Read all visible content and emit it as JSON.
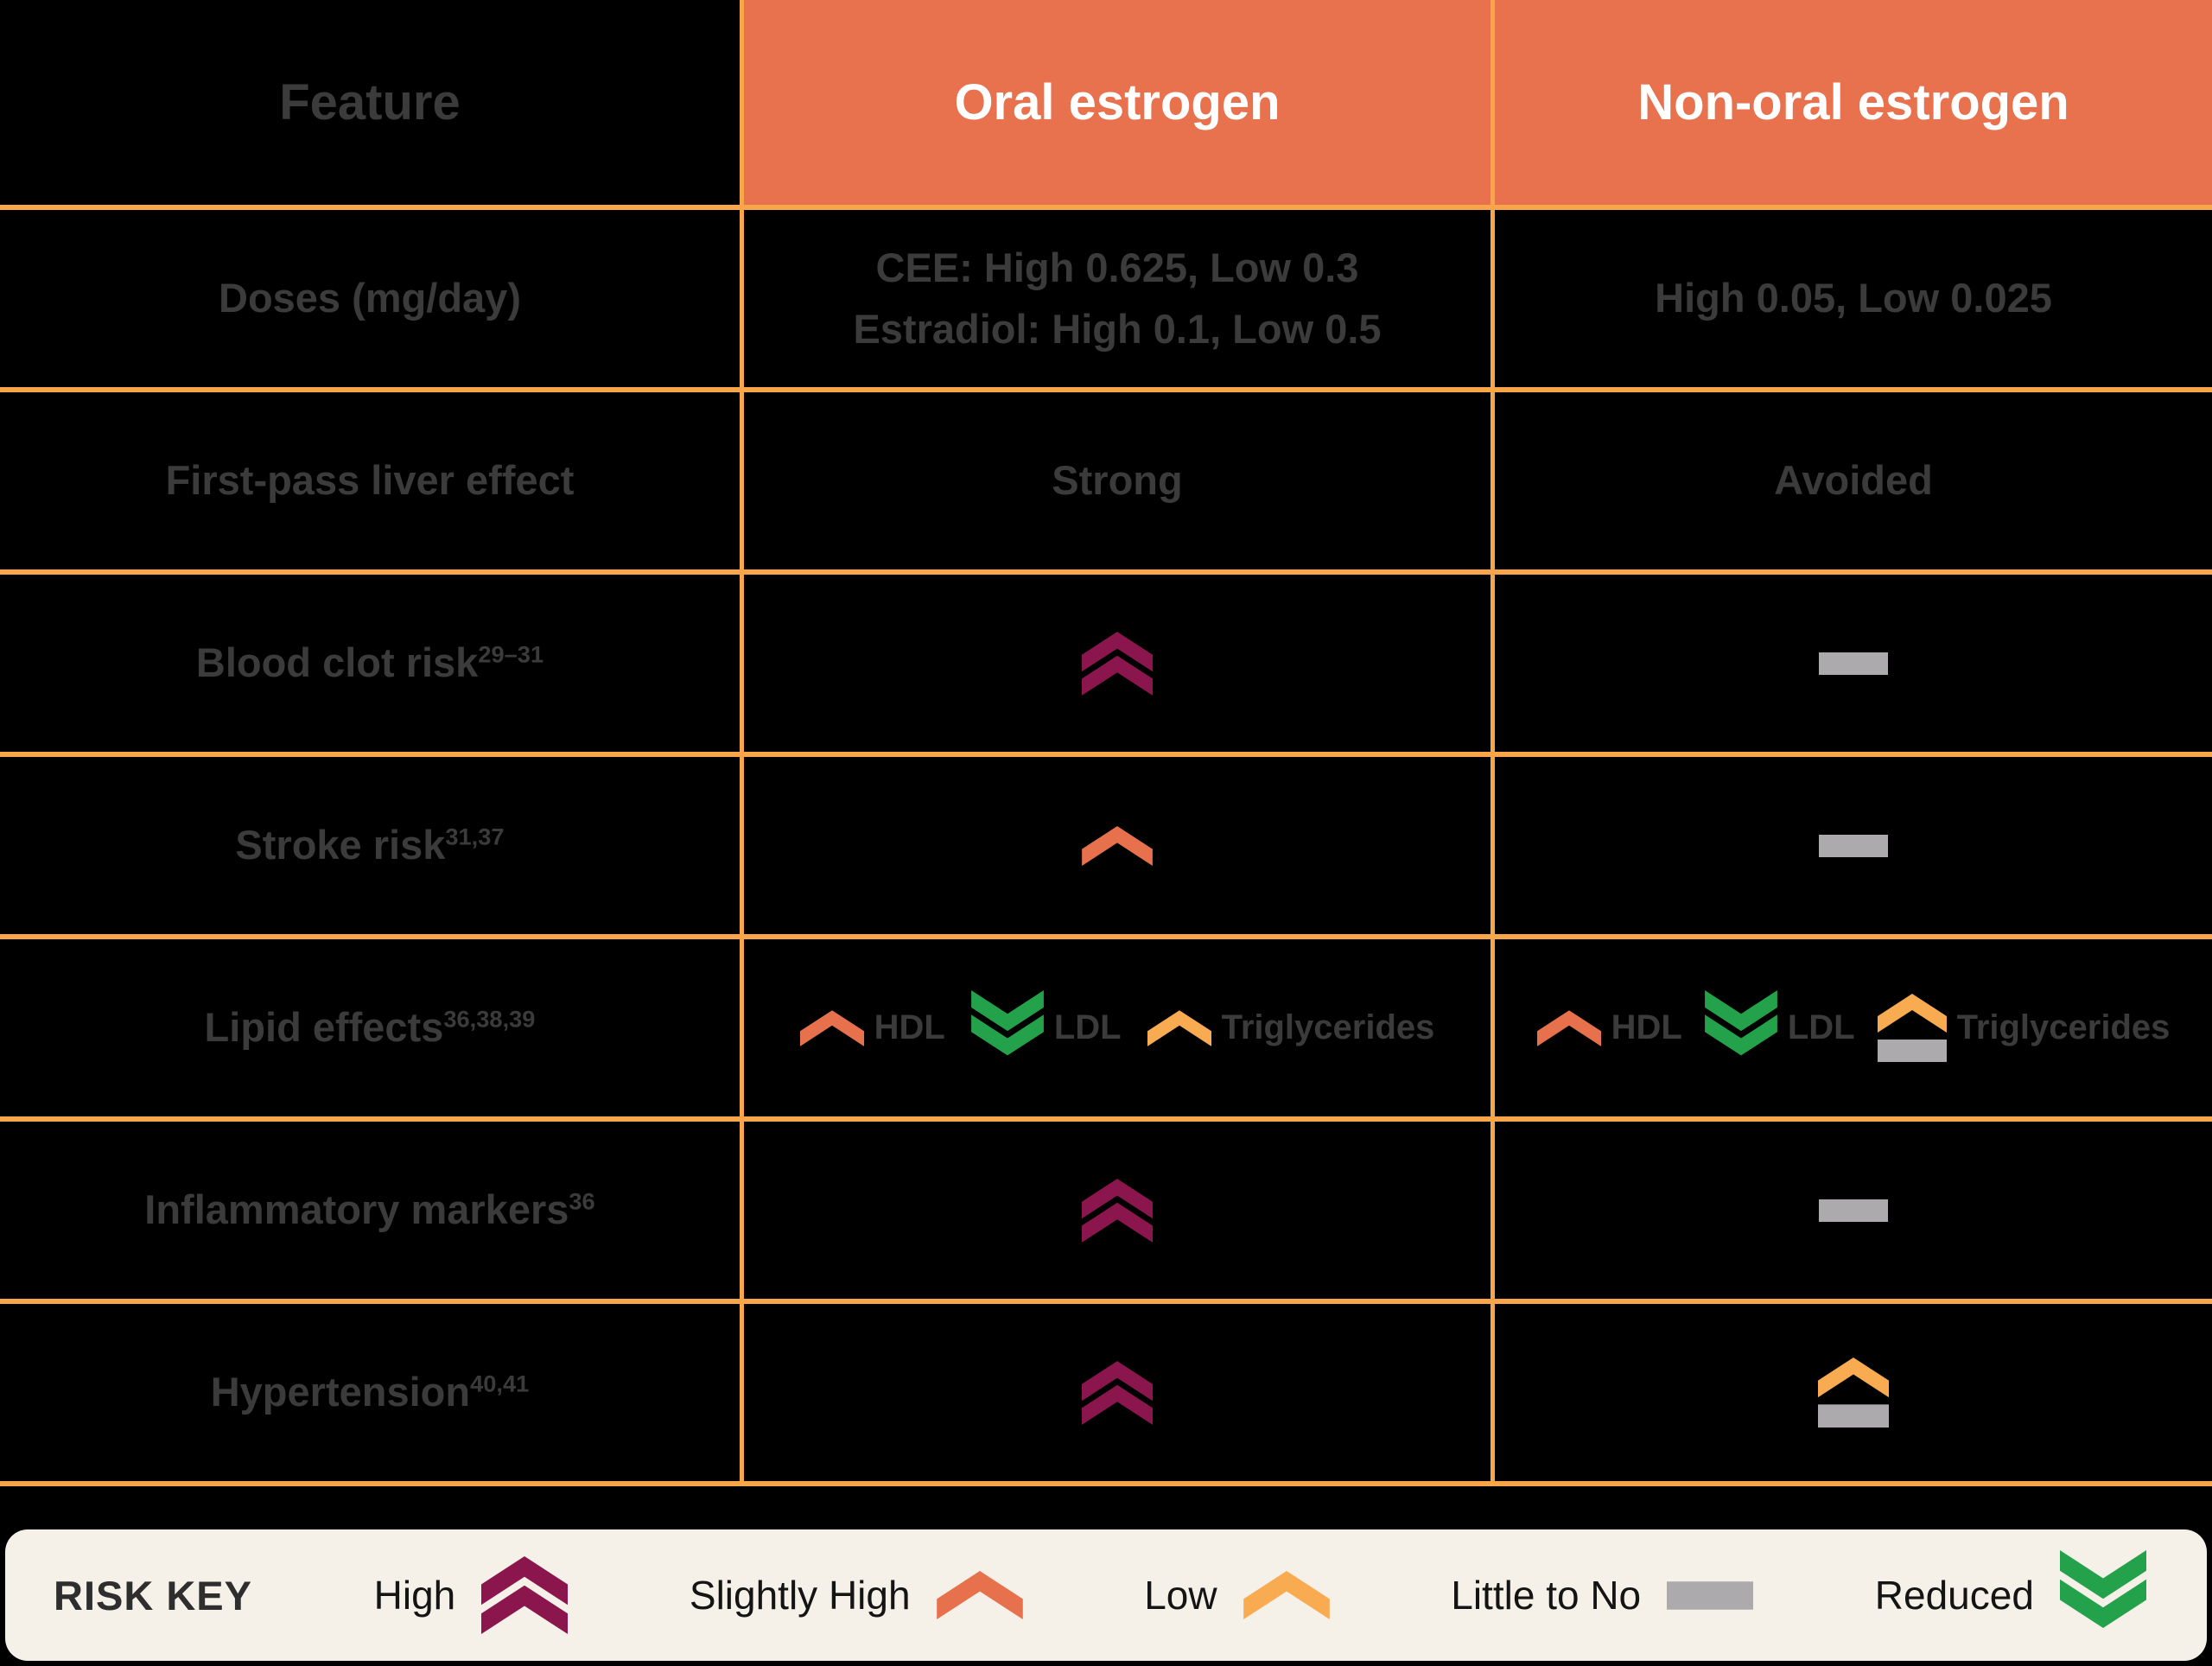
{
  "header": {
    "feature": "Feature",
    "oral": "Oral estrogen",
    "non_oral": "Non-oral estrogen"
  },
  "rows": {
    "doses": {
      "label": "Doses (mg/day)",
      "oral_line1": "CEE: High 0.625, Low 0.3",
      "oral_line2": "Estradiol: High 0.1, Low 0.5",
      "non_oral": "High 0.05, Low 0.025"
    },
    "first_pass": {
      "label": "First-pass liver effect",
      "oral": "Strong",
      "non_oral": "Avoided"
    },
    "blood_clot": {
      "label": "Blood clot risk",
      "sup": "29–31",
      "oral_icon": "high-risk-double-chevron-up",
      "non_oral_icon": "little-to-no-dash"
    },
    "stroke": {
      "label": "Stroke risk",
      "sup": "31,37",
      "oral_icon": "slightly-high-chevron-up",
      "non_oral_icon": "little-to-no-dash"
    },
    "lipid": {
      "label": "Lipid effects",
      "sup": "36,38,39",
      "oral_items": [
        {
          "icon": "slightly-high-chevron-up",
          "label": "HDL"
        },
        {
          "icon": "reduced-double-chevron-down",
          "label": "LDL"
        },
        {
          "icon": "low-chevron-up",
          "label": "Triglycerides"
        }
      ],
      "non_oral_items": [
        {
          "icon": "slightly-high-chevron-up",
          "label": "HDL"
        },
        {
          "icon": "reduced-double-chevron-down",
          "label": "LDL"
        },
        {
          "icon": "low-chevron-up-over-dash",
          "label": "Triglycerides"
        }
      ]
    },
    "inflammatory": {
      "label": "Inflammatory markers",
      "sup": "36",
      "oral_icon": "high-risk-double-chevron-up",
      "non_oral_icon": "little-to-no-dash"
    },
    "hypertension": {
      "label": "Hypertension",
      "sup": "40,41",
      "oral_icon": "high-risk-double-chevron-up",
      "non_oral_icon": "low-chevron-up-over-dash"
    }
  },
  "legend": {
    "title": "RISK KEY",
    "items": [
      {
        "label": "High",
        "icon": "high-risk-double-chevron-up"
      },
      {
        "label": "Slightly High",
        "icon": "slightly-high-chevron-up"
      },
      {
        "label": "Low",
        "icon": "low-chevron-up"
      },
      {
        "label": "Little to No",
        "icon": "little-to-no-dash"
      },
      {
        "label": "Reduced",
        "icon": "reduced-double-chevron-down"
      }
    ]
  },
  "colors": {
    "header_bg": "#E8714E",
    "grid_border": "#F9A64B",
    "risk_high": "#8B164D",
    "risk_slightly_high": "#E8714D",
    "risk_low": "#F9AB51",
    "risk_little_to_no": "#ACAAAC",
    "risk_reduced": "#23A24B",
    "legend_bg": "#F5F0E8",
    "table_text": "#3B3B3B",
    "table_bg": "#000000"
  },
  "chart_data": {
    "type": "table",
    "columns": [
      "Feature",
      "Oral estrogen",
      "Non-oral estrogen"
    ],
    "rows": [
      [
        "Doses (mg/day)",
        "CEE: High 0.625, Low 0.3; Estradiol: High 0.1, Low 0.5",
        "High 0.05, Low 0.025"
      ],
      [
        "First-pass liver effect",
        "Strong",
        "Avoided"
      ],
      [
        "Blood clot risk [refs 29–31]",
        "High",
        "Little to No"
      ],
      [
        "Stroke risk [refs 31,37]",
        "Slightly High",
        "Little to No"
      ],
      [
        "Lipid effects [refs 36,38,39]",
        "HDL: Slightly High; LDL: Reduced; Triglycerides: Low",
        "HDL: Slightly High; LDL: Reduced; Triglycerides: Low to Little/No"
      ],
      [
        "Inflammatory markers [ref 36]",
        "High",
        "Little to No"
      ],
      [
        "Hypertension [refs 40,41]",
        "High",
        "Low to Little/No"
      ]
    ],
    "risk_key": [
      "High",
      "Slightly High",
      "Low",
      "Little to No",
      "Reduced"
    ]
  }
}
